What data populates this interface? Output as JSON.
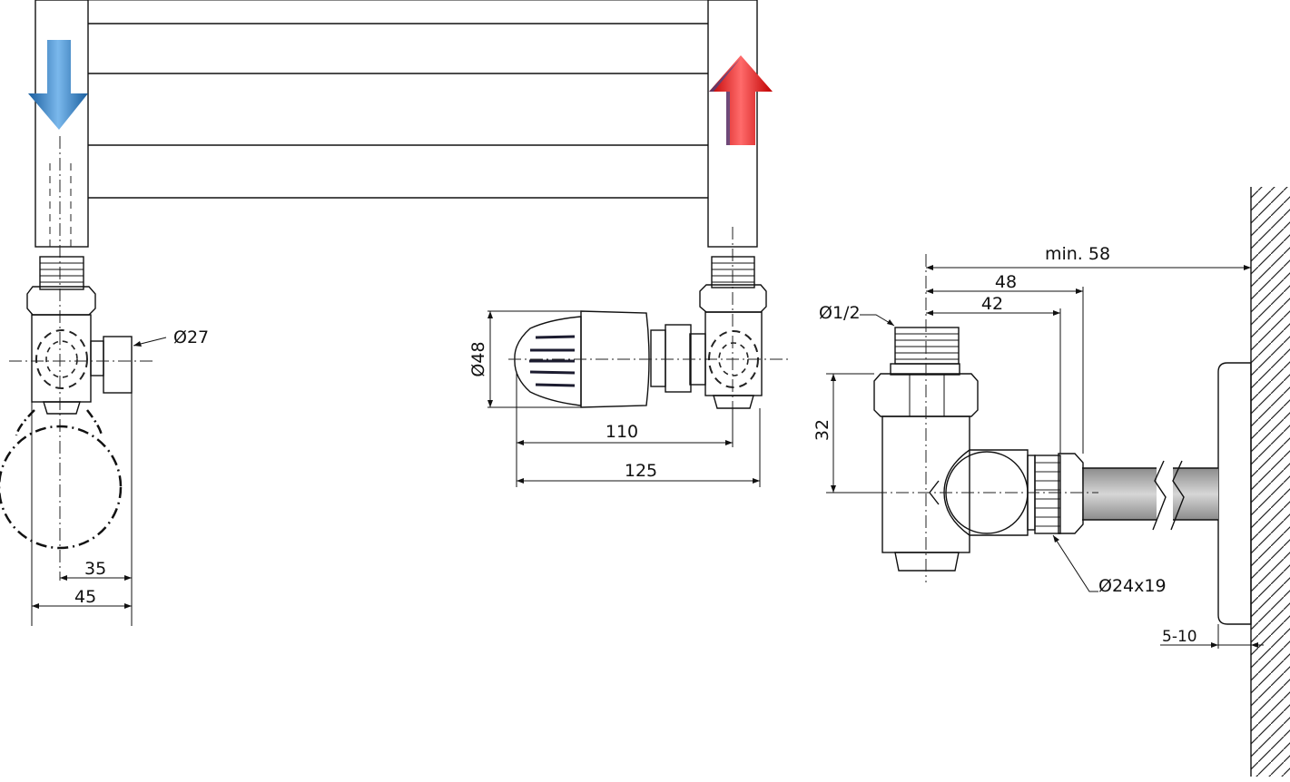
{
  "colors": {
    "valve_body": "#a3a3cf",
    "valve_dark": "#6f6f9c",
    "metal": "#8a8a8a",
    "pipe": "#b8b8b8",
    "cold_arrow": "#1f76c0",
    "hot_arrow": "#e01010"
  },
  "dimensions": {
    "left_view": {
      "diameter": "Ø27",
      "d35": "35",
      "d45": "45"
    },
    "middle_view": {
      "diameter": "Ø48",
      "d110": "110",
      "d125": "125"
    },
    "right_view": {
      "thread": "Ø1/2",
      "min58": "min. 58",
      "d48": "48",
      "d42": "42",
      "d32": "32",
      "fitting": "Ø24x19",
      "wall_gap": "5-10"
    }
  },
  "icons": [
    "flow-down-arrow-icon",
    "flow-up-arrow-icon",
    "wall-hatch"
  ]
}
